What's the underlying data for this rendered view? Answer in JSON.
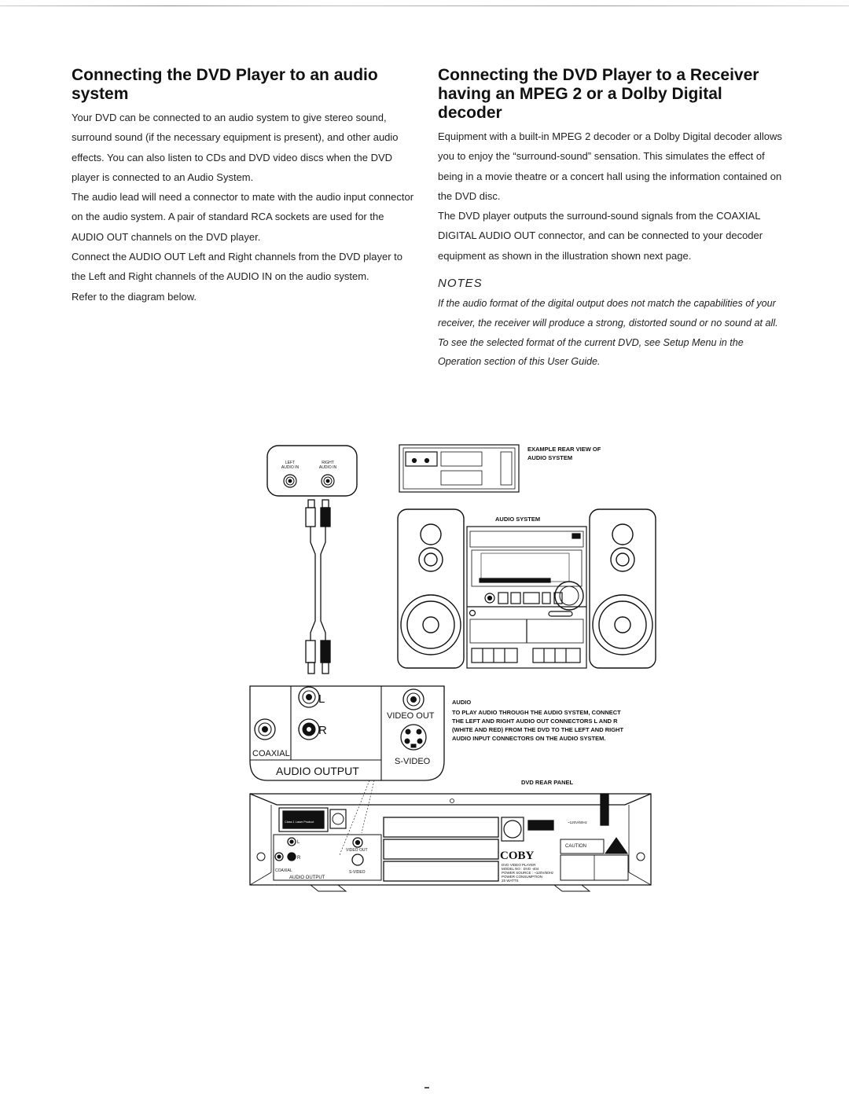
{
  "left_section": {
    "heading": "Connecting the DVD Player to an audio system",
    "paragraphs": [
      "Your DVD can be connected to an audio system to give stereo sound, surround sound (if the necessary equipment is present), and other audio effects. You can also listen to CDs and DVD video discs when the DVD player is connected to an Audio System.",
      "The audio lead will need a connector to mate with the audio input connector on the audio system. A pair of standard RCA sockets are used for the AUDIO OUT channels on the DVD player.",
      "Connect the AUDIO OUT Left and Right channels from the DVD player to the Left and Right channels of the AUDIO IN on the audio system.",
      "Refer to the diagram below."
    ]
  },
  "right_section": {
    "heading": "Connecting the DVD Player to a Receiver having an MPEG 2 or a Dolby Digital decoder",
    "paragraphs": [
      "Equipment with a built-in MPEG 2 decoder or a Dolby Digital decoder allows you to enjoy the “surround-sound” sensation. This simulates the effect of being in a movie theatre or a concert hall using the information contained on the DVD disc.",
      "The DVD player outputs the surround-sound signals from the COAXIAL DIGITAL AUDIO OUT connector, and can be connected to your decoder equipment as shown in the illustration shown next page."
    ],
    "notes_heading": "NOTES",
    "notes_text": "If the audio format of the digital output does not match the capabilities of your receiver, the receiver will produce a strong, distorted sound or no sound at all. To see the selected format of the current DVD, see Setup Menu in the Operation section of this User Guide."
  },
  "diagram": {
    "audio_in_left": [
      "LEFT",
      "AUDIO IN"
    ],
    "audio_in_right": [
      "RIGHT",
      "AUDIO IN"
    ],
    "rear_view_caption": [
      "EXAMPLE REAR VIEW OF",
      "AUDIO SYSTEM"
    ],
    "audio_system_label": "AUDIO SYSTEM",
    "panel_l": "L",
    "panel_r": "R",
    "coaxial": "COAXIAL",
    "video_out": "VIDEO OUT",
    "s_video": "S-VIDEO",
    "audio_output": "AUDIO OUTPUT",
    "audio_note_title": "AUDIO",
    "audio_note_lines": [
      "TO PLAY AUDIO THROUGH THE AUDIO SYSTEM, CONNECT",
      "THE LEFT AND RIGHT AUDIO OUT CONNECTORS L AND R",
      "(WHITE AND RED) FROM THE DVD TO THE LEFT AND RIGHT",
      "AUDIO INPUT CONNECTORS ON THE AUDIO SYSTEM."
    ],
    "dvd_rear_panel": "DVD REAR PANEL",
    "laser_label": "Class 1 Laser Product",
    "brand": "COBY",
    "rating_lines": [
      "DVD VIDEO PLAYER",
      "MODEL NO : DVD -404",
      "POWER SOURCE : ~120V/60Hz",
      "POWER CONSUMPTION",
      "25 WATTS"
    ],
    "voltage": "~120V/60Hz",
    "caution": "CAUTION"
  }
}
